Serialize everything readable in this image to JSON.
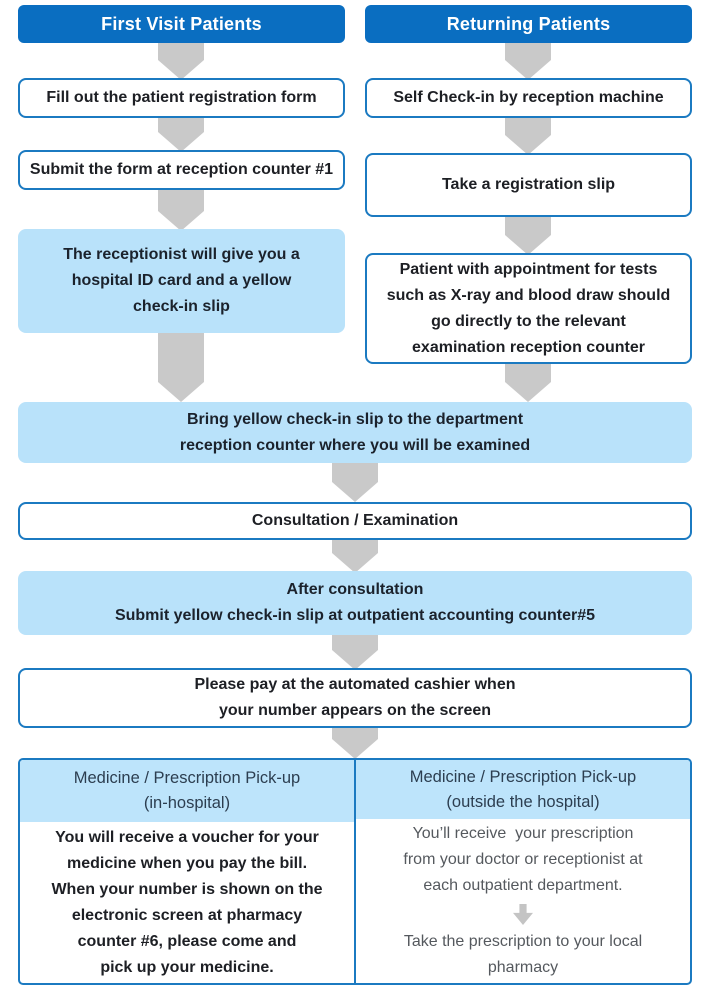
{
  "header": {
    "left": "First Visit Patients",
    "right": "Returning Patients"
  },
  "left_column": {
    "step1": "Fill out the patient registration form",
    "step2": "Submit the form at reception counter #1",
    "step3_lines": [
      "The receptionist will give you a",
      "hospital ID card and a yellow",
      "check-in slip"
    ]
  },
  "right_column": {
    "step1": "Self Check-in by reception machine",
    "step2": "Take a registration slip",
    "step3_lines": [
      "Patient with appointment for tests",
      "such as X-ray and blood draw should",
      "go directly to the relevant",
      "examination reception counter"
    ]
  },
  "shared": {
    "bring_slip_lines": [
      "Bring yellow check-in slip to the department",
      "reception counter where you will be examined"
    ],
    "consultation": "Consultation / Examination",
    "after_consultation_lines": [
      "After consultation",
      "Submit yellow check-in slip at outpatient accounting counter#5"
    ],
    "payment_lines": [
      "Please pay at the automated cashier when",
      "your number appears on the screen"
    ]
  },
  "pickup_table": {
    "left": {
      "header_lines": [
        "Medicine / Prescription Pick-up",
        "(in-hospital)"
      ],
      "body_lines": [
        "You will receive a voucher for your",
        "medicine when you pay the bill.",
        "When your number is shown on the",
        "electronic screen at pharmacy",
        "counter #6, please come and",
        "pick up your medicine."
      ]
    },
    "right": {
      "header_lines": [
        "Medicine / Prescription Pick-up",
        "(outside the hospital)"
      ],
      "body_top_lines": [
        "You’ll receive  your prescription",
        "from your doctor or receptionist at",
        "each outpatient department."
      ],
      "body_bottom_lines": [
        "Take the prescription to your local",
        "pharmacy"
      ]
    }
  },
  "colors": {
    "header_bg": "#0a6ec1",
    "box_border": "#1b7ac1",
    "light_blue_fill": "#b9e2fa",
    "table_header_fill": "#bde4fb",
    "arrow_gray": "#c9c9c9",
    "header_text": "#ffffff",
    "body_text": "#1d1f24",
    "table_right_text": "#55595e"
  }
}
